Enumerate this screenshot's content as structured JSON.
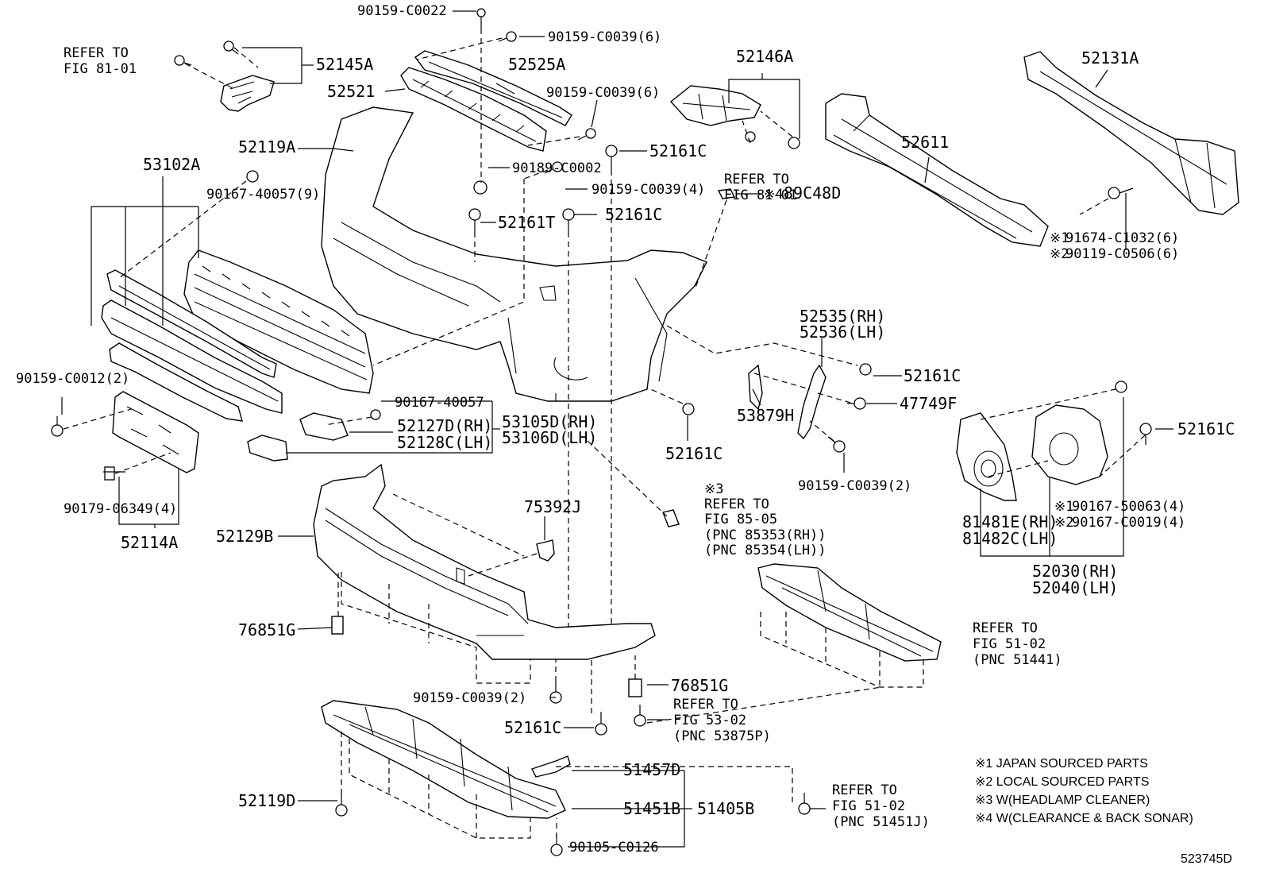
{
  "diagram_id": "523745D",
  "part_labels": {
    "p90159_C0022": "90159-C0022",
    "p90159_C0039_6a": "90159-C0039(6)",
    "p52525A": "52525A",
    "p52521": "52521",
    "p90159_C0039_6b": "90159-C0039(6)",
    "p52145A": "52145A",
    "p52146A": "52146A",
    "p52131A": "52131A",
    "p52611": "52611",
    "p52119A": "52119A",
    "p52161C_a": "52161C",
    "p90189_C0002": "90189-C0002",
    "p53102A": "53102A",
    "p90167_40057_9": "90167-40057(9)",
    "p52161T": "52161T",
    "p52161C_b": "52161C",
    "p90159_C0039_4": "90159-C0039(4)",
    "p91674_C1032": "91674-C1032(6)",
    "p90119_C0506": "90119-C0506(6)",
    "p89C48D": "89C48D",
    "p52535": "52535(RH)",
    "p52536": "52536(LH)",
    "p52161C_c": "52161C",
    "p47749F": "47749F",
    "p53879H": "53879H",
    "p90159_C0012": "90159-C0012(2)",
    "p90167_40057": "90167-40057",
    "p52127D": "52127D(RH)",
    "p52128C": "52128C(LH)",
    "p53105D": "53105D(RH)",
    "p53106D": "53106D(LH)",
    "p52161C_d": "52161C",
    "p90159_C0039_2a": "90159-C0039(2)",
    "p52161C_e": "52161C",
    "p90179_06349": "90179-06349(4)",
    "p52114A": "52114A",
    "p75392J": "75392J",
    "p52129B": "52129B",
    "p81481E": "81481E(RH)",
    "p81482C": "81482C(LH)",
    "p90167_50063": "90167-50063(4)",
    "p90167_C0019": "90167-C0019(4)",
    "p52030": "52030(RH)",
    "p52040": "52040(LH)",
    "p76851G_a": "76851G",
    "p76851G_b": "76851G",
    "p90159_C0039_2b": "90159-C0039(2)",
    "p52161C_f": "52161C",
    "p51457D": "51457D",
    "p52119D": "52119D",
    "p51451B": "51451B",
    "p51405B": "51405B",
    "p90105_C0126": "90105-C0126"
  },
  "markers": {
    "m1": "※1",
    "m2": "※2",
    "m3": "※3",
    "m4": "※4"
  },
  "references": {
    "r1_line1": "REFER TO",
    "r1_line2": "FIG 81-01",
    "r2_line1": "REFER TO",
    "r2_line2": "FIG 81-01",
    "r3_line1": "REFER TO",
    "r3_line2": "FIG 85-05",
    "r3_line3": "(PNC 85353(RH))",
    "r3_line4": "(PNC 85354(LH))",
    "r4_line1": "REFER TO",
    "r4_line2": "FIG 51-02",
    "r4_line3": "(PNC 51441)",
    "r5_line1": "REFER TO",
    "r5_line2": "FIG 53-02",
    "r5_line3": "(PNC 53875P)",
    "r6_line1": "REFER TO",
    "r6_line2": "FIG 51-02",
    "r6_line3": "(PNC 51451J)"
  },
  "legend": [
    "※1 JAPAN SOURCED PARTS",
    "※2 LOCAL SOURCED PARTS",
    "※3 W(HEADLAMP CLEANER)",
    "※4 W(CLEARANCE & BACK SONAR)"
  ]
}
